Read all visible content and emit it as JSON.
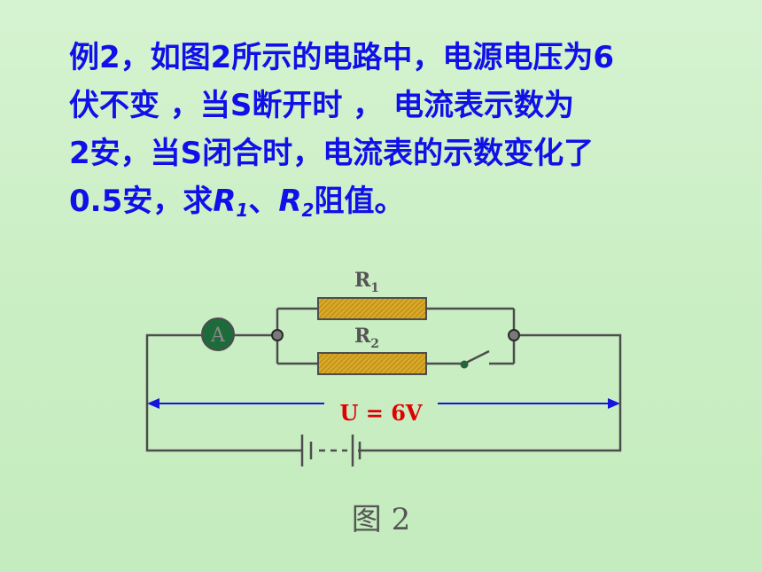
{
  "problem": {
    "line1": "例2，如图2所示的电路中，电源电压为6",
    "line2": "伏不变 ，当S断开时 ，  电流表示数为",
    "line3": "2安，当S闭合时，电流表的示数变化了",
    "line4_a": "0.5安，求",
    "r1_letter": "R",
    "r1_sub": "1",
    "separator": "、",
    "r2_letter": "R",
    "r2_sub": "2",
    "line4_b": "阻值。"
  },
  "diagram": {
    "resistor1_label": "R",
    "resistor1_sub": "1",
    "resistor2_label": "R",
    "resistor2_sub": "2",
    "ammeter_label": "A",
    "voltage_label": "U = 6V",
    "caption": "图 2"
  },
  "colors": {
    "background": "#cdf0c8",
    "text_blue": "#1010e8",
    "wire": "#4d4d4d",
    "resistor_fill": "#d9a826",
    "ammeter_fill": "#1d6b3a",
    "arrow_blue": "#1515e0",
    "voltage_red": "#e00000"
  }
}
